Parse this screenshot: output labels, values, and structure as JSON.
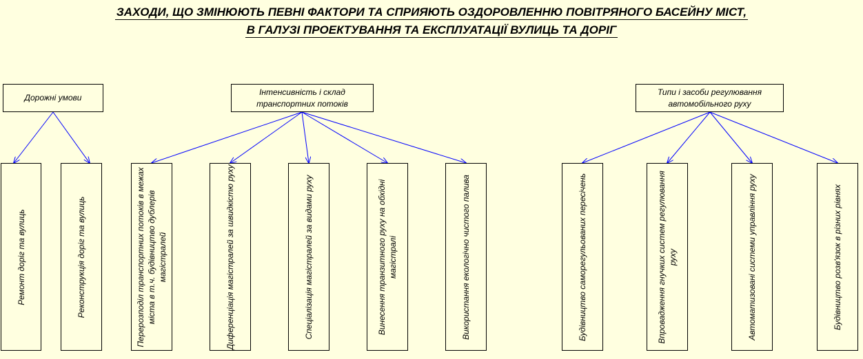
{
  "title": {
    "line1": "ЗАХОДИ, ЩО ЗМІНЮЮТЬ ПЕВНІ ФАКТОРИ ТА СПРИЯЮТЬ ОЗДОРОВЛЕННЮ ПОВІТРЯНОГО БАСЕЙНУ МІСТ,",
    "line2": "В ГАЛУЗІ ПРОЕКТУВАННЯ ТА ЕКСПЛУАТАЦІЇ ВУЛИЦЬ ТА ДОРІГ"
  },
  "categories": [
    {
      "label": "Дорожні умови",
      "measures": [
        "Ремонт доріг та вулиць",
        "Реконструкція доріг та вулиць"
      ]
    },
    {
      "label": "Інтенсивність і склад транспортних потоків",
      "measures": [
        "Перерозподіл транспортних потоків в межах міста в т.ч. будівництво дублерів магістралей",
        "Диференціація магістралей за швидкістю руху",
        "Спеціалізація магістралей за видами руху",
        "Винесення транзитного руху на обхідні магістралі",
        "Використання екологічно чистого палива"
      ]
    },
    {
      "label": "Типи і засоби регулювання автомобільного руху",
      "measures": [
        "Будівництво саморегульованих пересічень",
        "Впровадження гнучких систем регулювання руху",
        "Автоматизовані системи управління руху",
        "Будівництво розв'язок в різних рівнях"
      ]
    }
  ],
  "colors": {
    "background": "#ffffe0",
    "connector": "#0000ff",
    "border": "#000000"
  }
}
